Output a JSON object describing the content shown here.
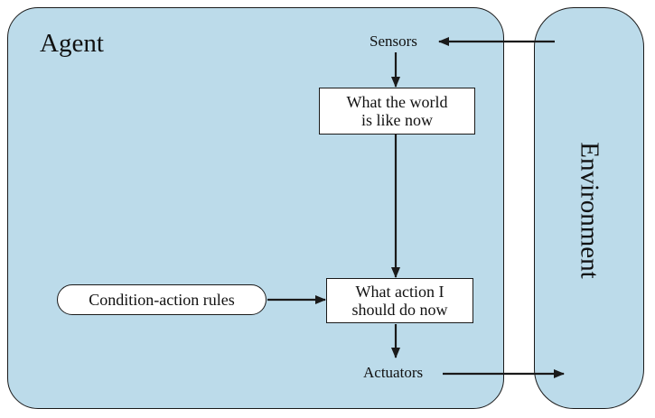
{
  "colors": {
    "panel_fill": "#bcdbea",
    "stroke": "#1a1a1a",
    "box_fill": "#ffffff",
    "text": "#111111"
  },
  "agent": {
    "title": "Agent",
    "sensors": "Sensors",
    "actuators": "Actuators",
    "world_box": {
      "line1": "What the world",
      "line2": "is like now"
    },
    "action_box": {
      "line1": "What action I",
      "line2": "should do now"
    },
    "rules": "Condition-action rules"
  },
  "environment": {
    "title": "Environment"
  }
}
